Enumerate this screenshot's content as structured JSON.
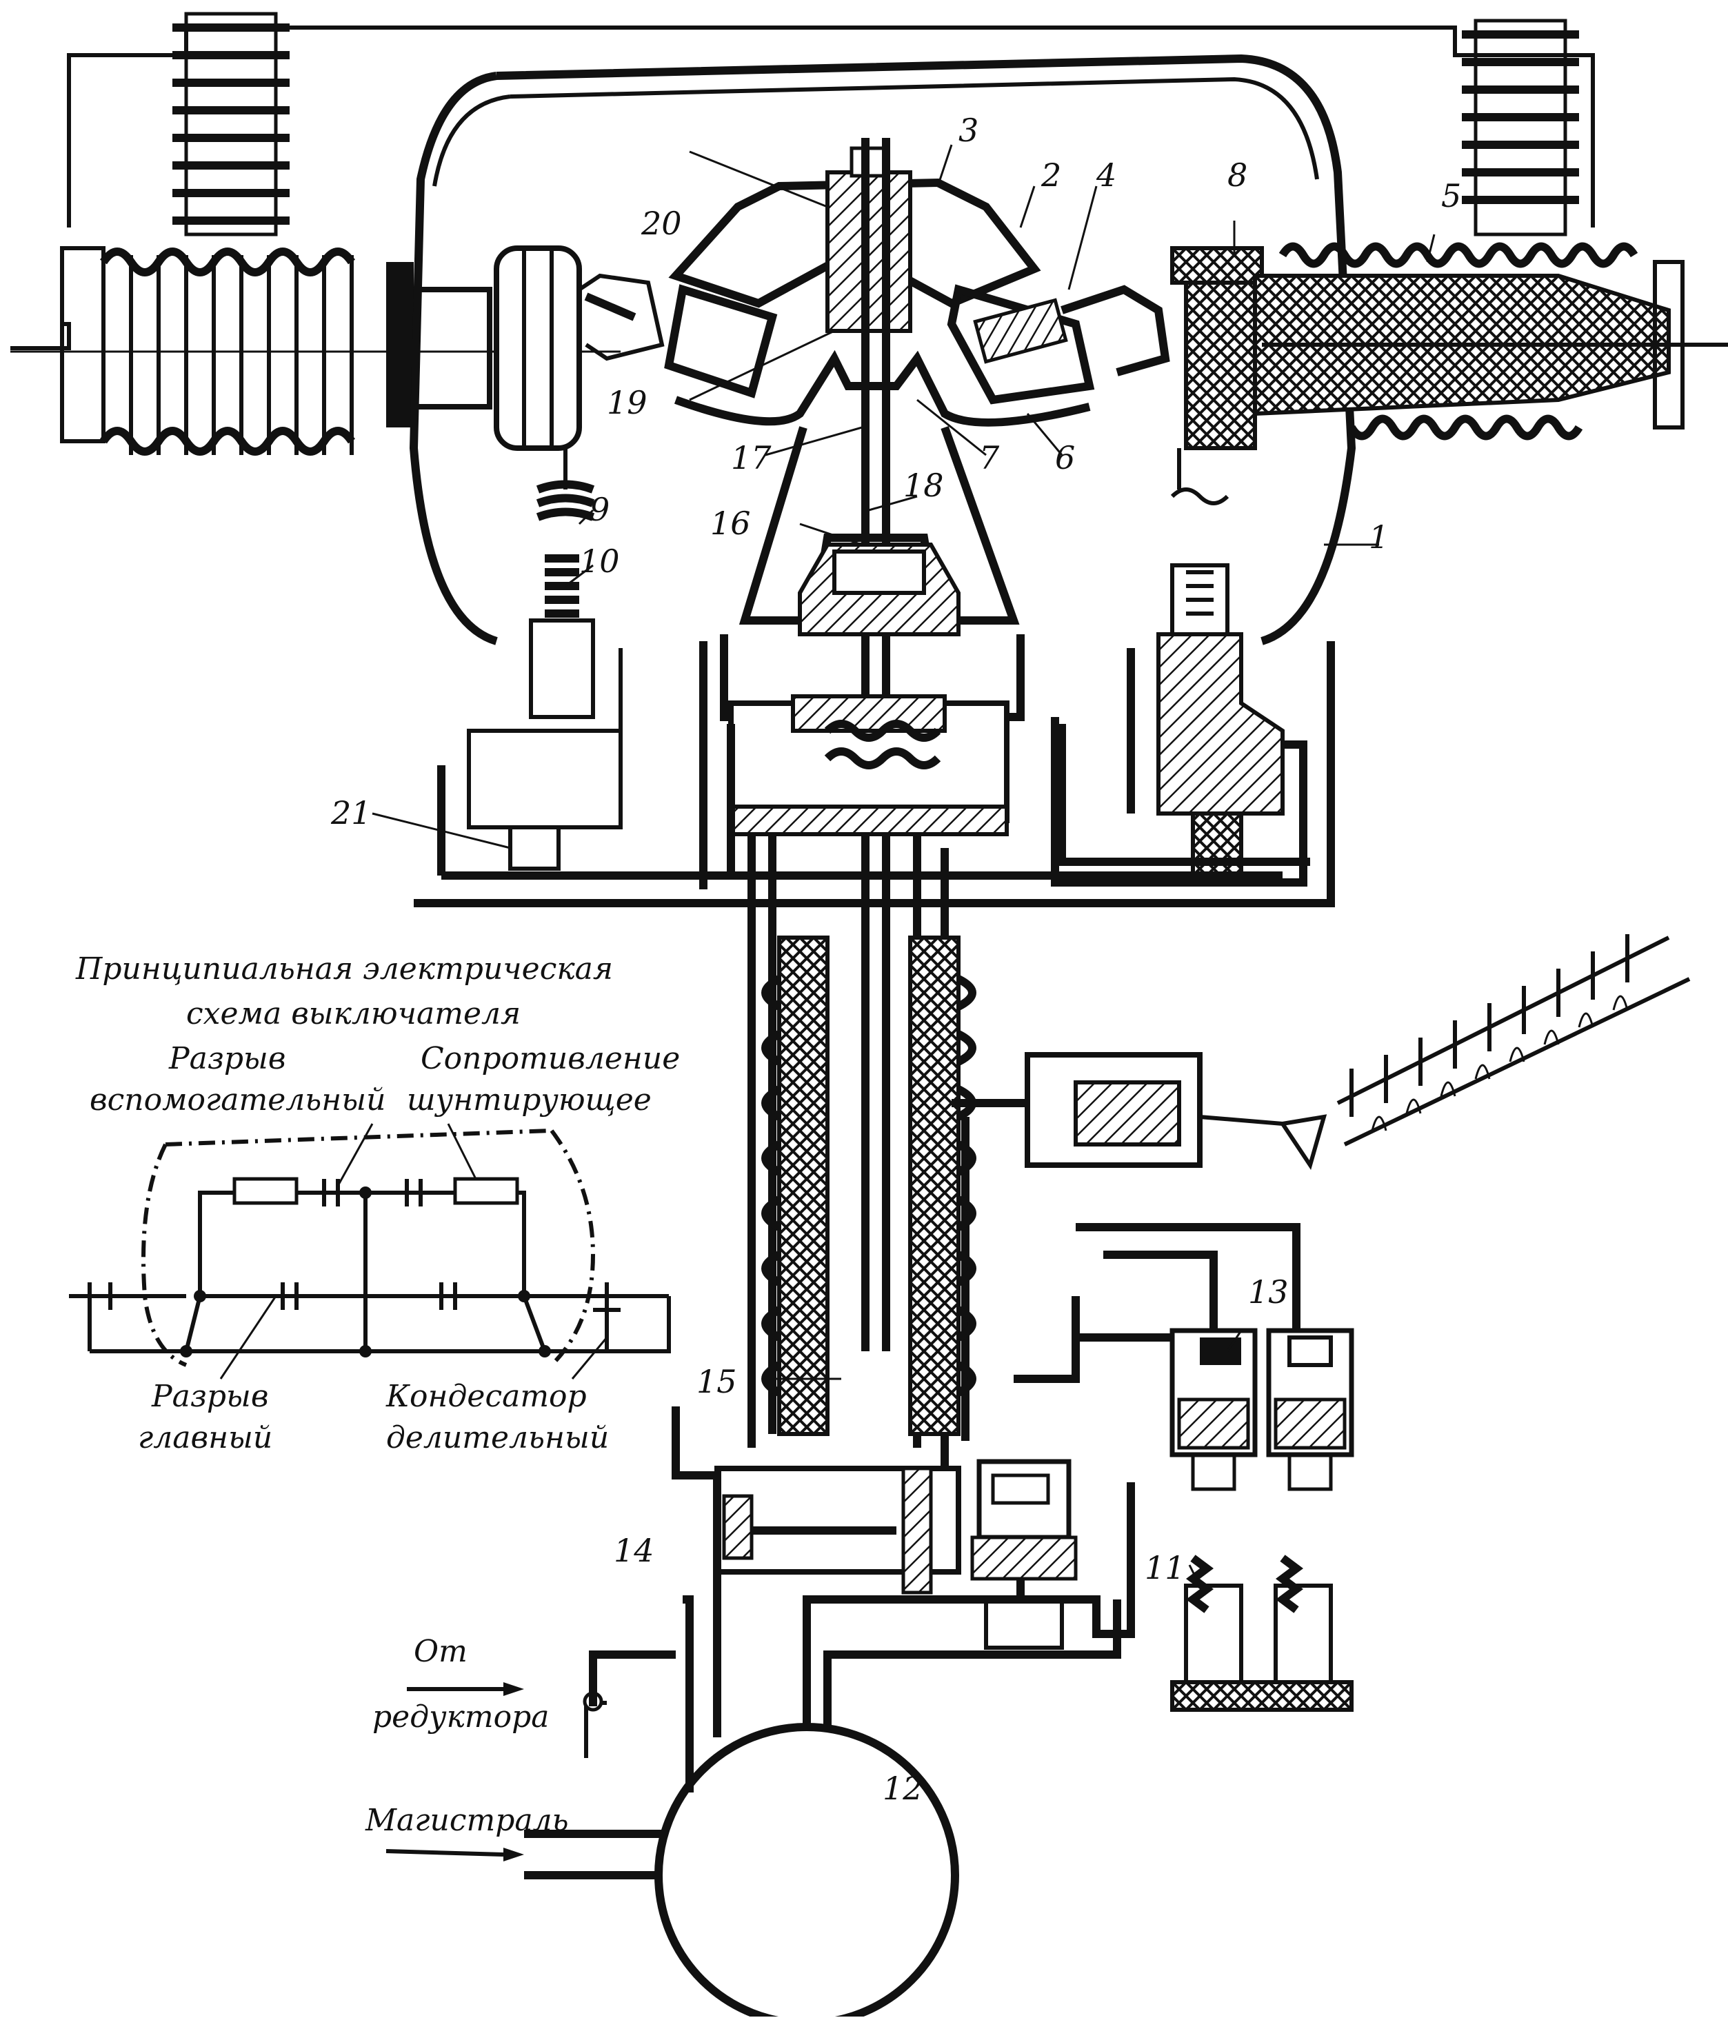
{
  "part_labels": {
    "p1": "1",
    "p2": "2",
    "p3": "3",
    "p4": "4",
    "p5": "5",
    "p6": "6",
    "p7": "7",
    "p8": "8",
    "p9": "9",
    "p10": "10",
    "p11": "11",
    "p12": "12",
    "p13": "13",
    "p14": "14",
    "p15": "15",
    "p16": "16",
    "p17": "17",
    "p18": "18",
    "p19": "19",
    "p20": "20",
    "p21": "21"
  },
  "schematic": {
    "title_line1": "Принципиальная электрическая",
    "title_line2": "схема выключателя",
    "aux_break_line1": "Разрыв",
    "aux_break_line2": "вспомогательный",
    "shunt_res_line1": "Сопротивление",
    "shunt_res_line2": "шунтирующее",
    "main_break_line1": "Разрыв",
    "main_break_line2": "главный",
    "divider_cap_line1": "Кондесатор",
    "divider_cap_line2": "делительный"
  },
  "inlets": {
    "from_reducer_line1": "От",
    "from_reducer_line2": "редуктора",
    "main_line": "Магистраль"
  },
  "colors": {
    "ink": "#111111",
    "paper": "#ffffff"
  }
}
